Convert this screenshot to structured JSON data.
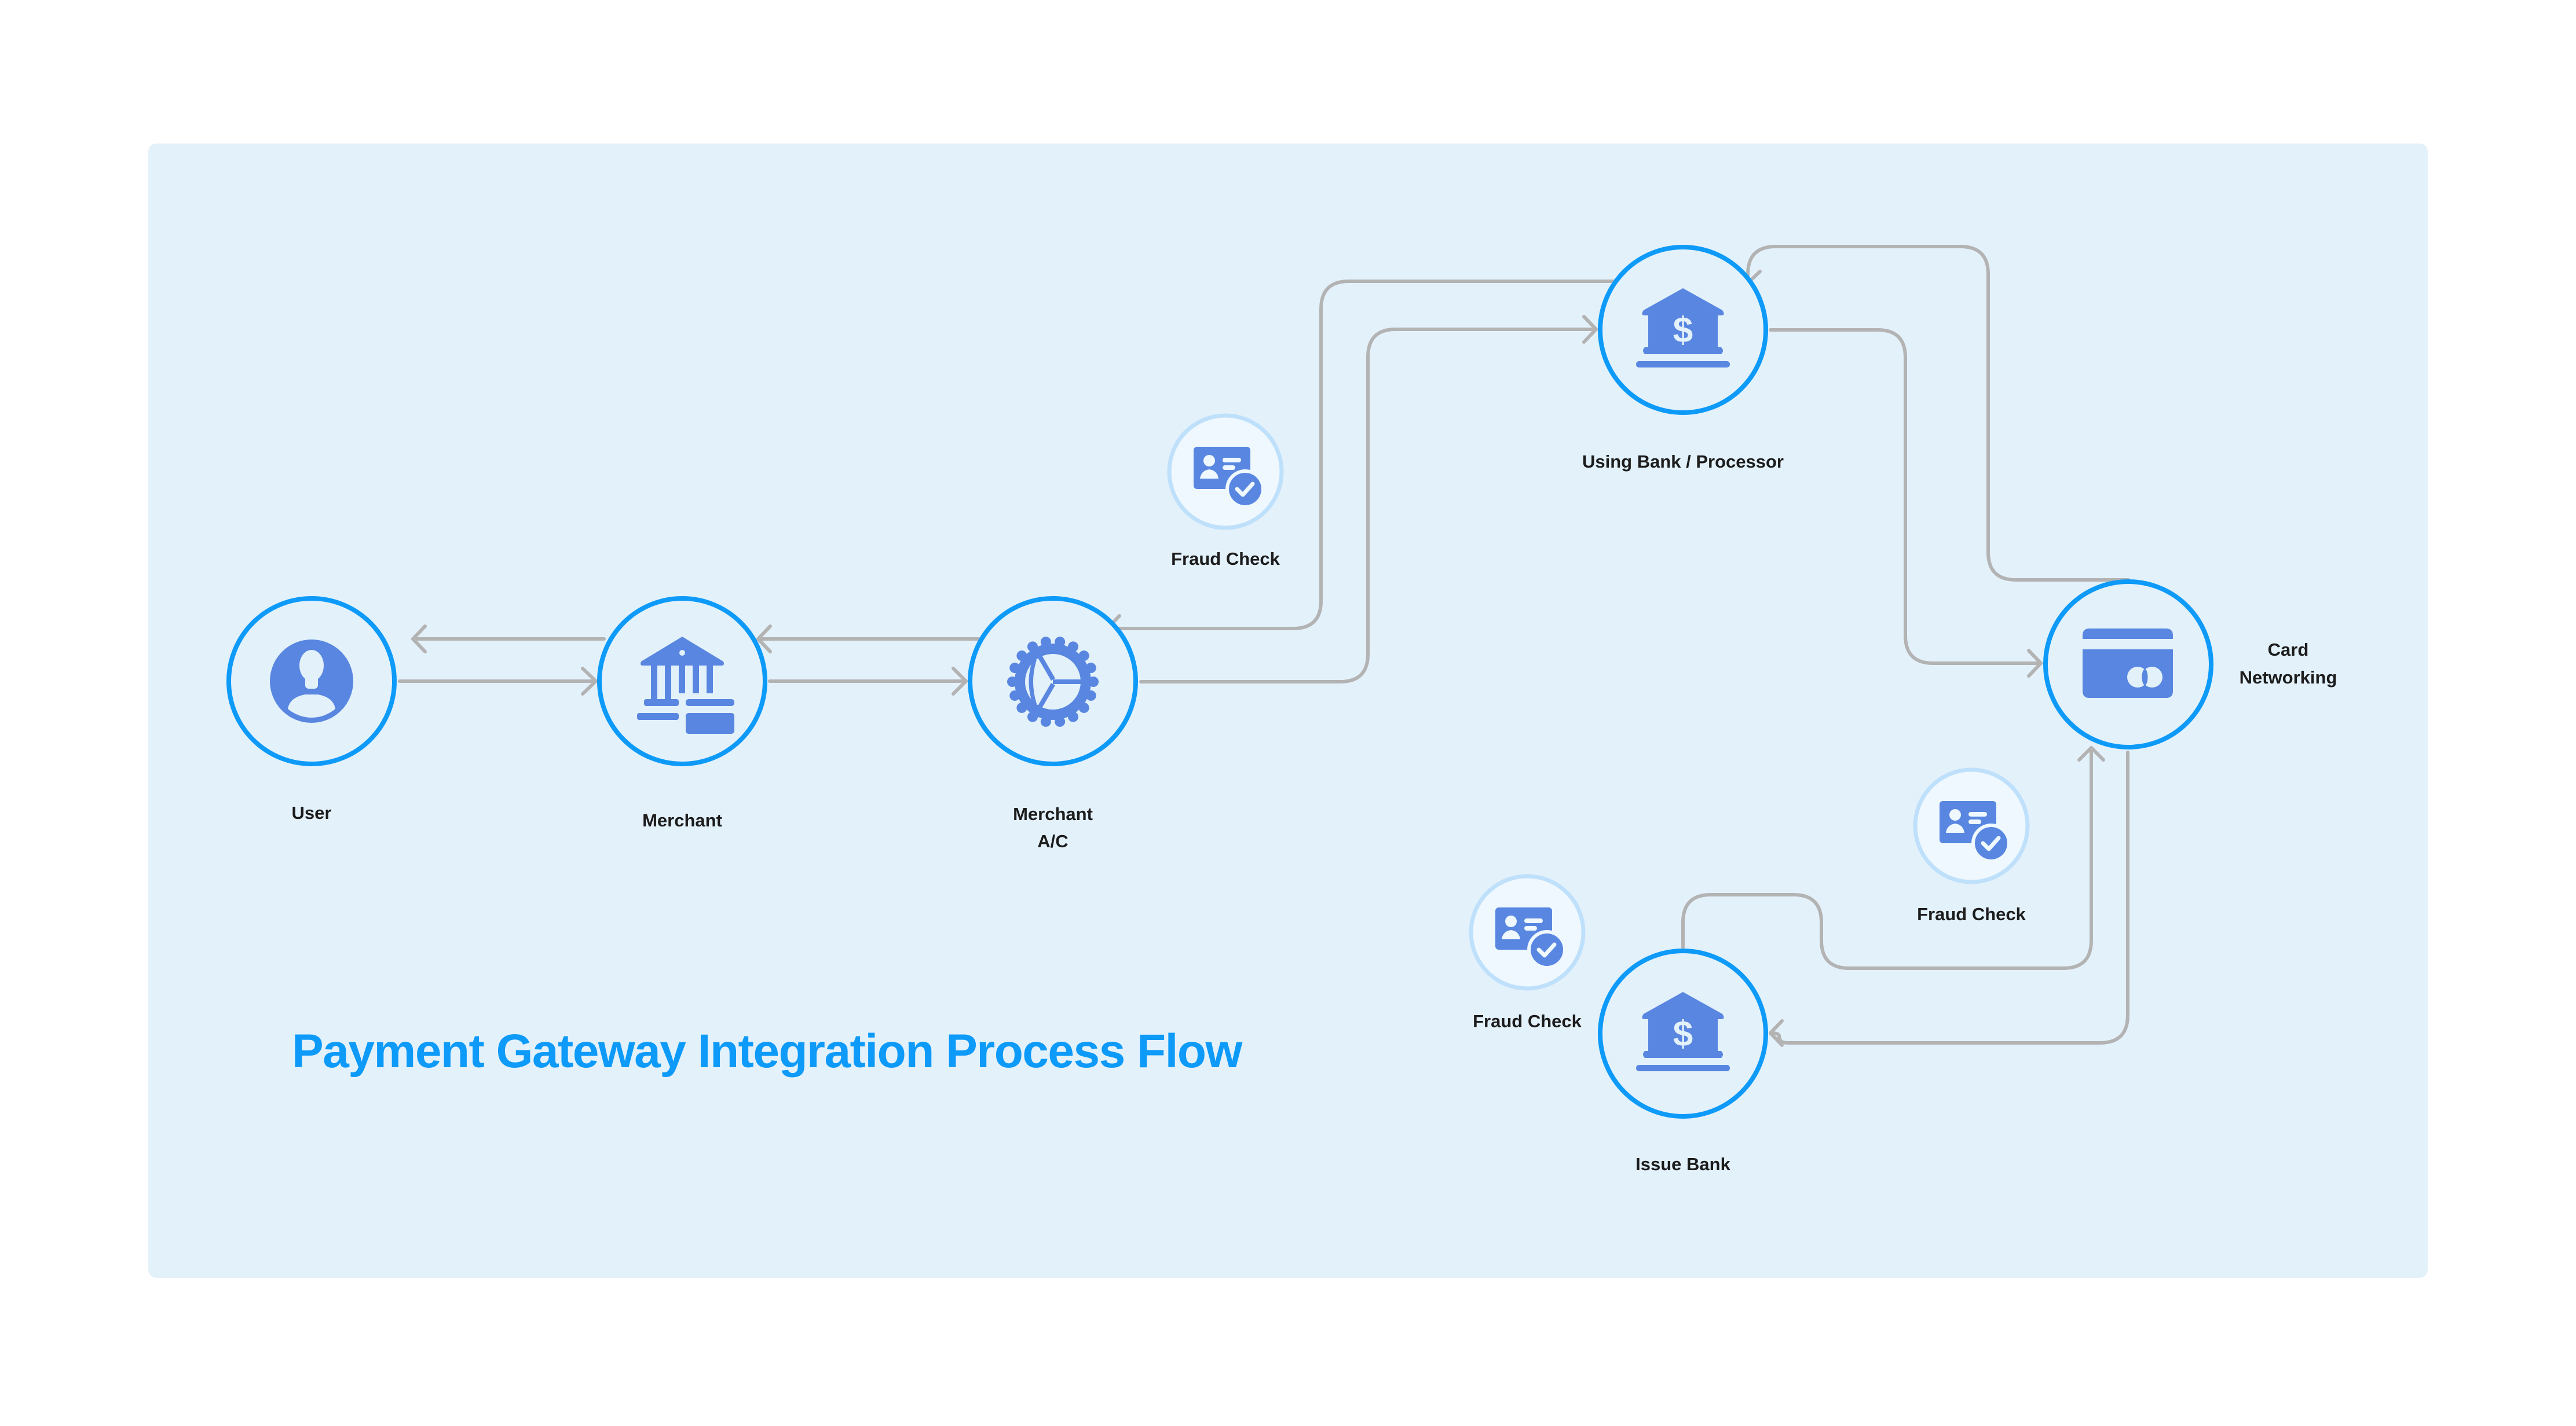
{
  "title": "Payment Gateway Integration Process Flow",
  "colors": {
    "panel_background": "#e3f1fb",
    "node_ring": "#0d9af8",
    "icon": "#5886e0",
    "connector": "#b3b3b3",
    "fraud_ring": "#bfe0fb",
    "title": "#0d9af8",
    "label": "#1c1c1c"
  },
  "nodes": [
    {
      "id": "user",
      "icon": "user-avatar-icon",
      "label_lines": [
        "User"
      ]
    },
    {
      "id": "merchant",
      "icon": "bank-with-card-icon",
      "label_lines": [
        "Merchant"
      ]
    },
    {
      "id": "merchant_ac",
      "icon": "gear-icon",
      "label_lines": [
        "Merchant",
        "A/C"
      ]
    },
    {
      "id": "using_bank",
      "icon": "bank-dollar-icon",
      "label_lines": [
        "Using Bank / Processor"
      ]
    },
    {
      "id": "card_networking",
      "icon": "credit-card-icon",
      "label_lines": [
        "Card",
        "Networking"
      ]
    },
    {
      "id": "issue_bank",
      "icon": "bank-dollar-icon",
      "label_lines": [
        "Issue Bank"
      ]
    }
  ],
  "fraud_checks": [
    {
      "id": "fraud_check_1",
      "icon": "id-card-check-icon",
      "label": "Fraud Check"
    },
    {
      "id": "fraud_check_2",
      "icon": "id-card-check-icon",
      "label": "Fraud Check"
    },
    {
      "id": "fraud_check_3",
      "icon": "id-card-check-icon",
      "label": "Fraud Check"
    }
  ],
  "edges": [
    {
      "from": "user",
      "to": "merchant"
    },
    {
      "from": "merchant",
      "to": "user"
    },
    {
      "from": "merchant",
      "to": "merchant_ac"
    },
    {
      "from": "merchant_ac",
      "to": "merchant"
    },
    {
      "from": "merchant_ac",
      "to": "using_bank"
    },
    {
      "from": "using_bank",
      "to": "merchant_ac"
    },
    {
      "from": "using_bank",
      "to": "card_networking"
    },
    {
      "from": "card_networking",
      "to": "using_bank"
    },
    {
      "from": "card_networking",
      "to": "issue_bank"
    },
    {
      "from": "issue_bank",
      "to": "card_networking"
    }
  ]
}
